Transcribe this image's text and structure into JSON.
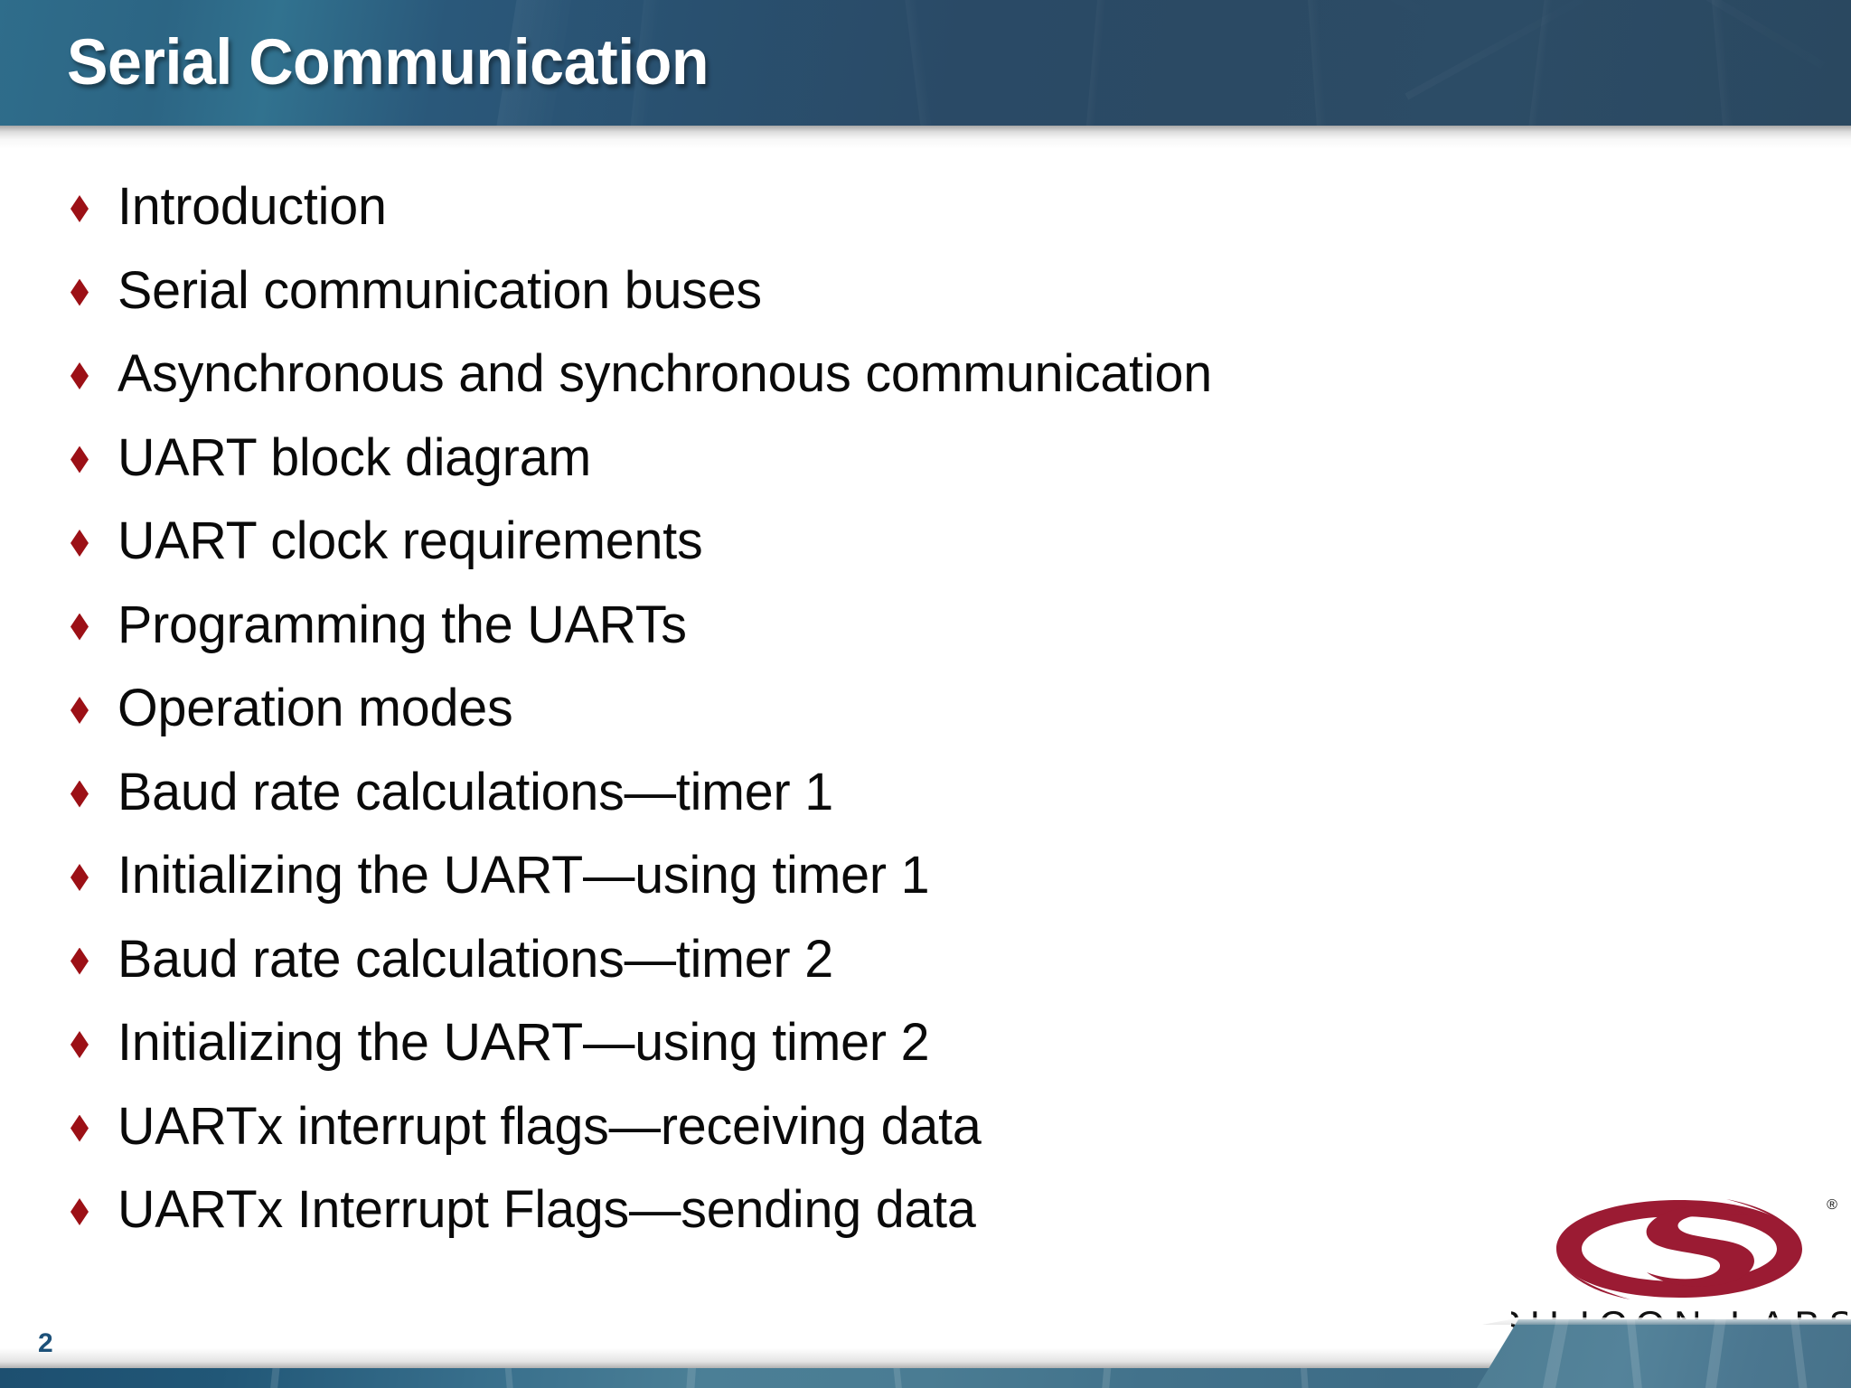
{
  "slide": {
    "title": "Serial Communication",
    "page_number": "2",
    "background_color": "#ffffff",
    "header_color_left": "#2f6d8b",
    "header_color_right": "#2a4860",
    "bullet_color": "#9c1016",
    "text_color": "#0a0a0a",
    "page_number_color": "#1d5179",
    "footer_color": "#3d6c86"
  },
  "agenda": {
    "bullet_glyph": "diamond",
    "items": [
      {
        "label": "Introduction"
      },
      {
        "label": "Serial communication buses"
      },
      {
        "label": "Asynchronous and synchronous communication"
      },
      {
        "label": "UART block diagram"
      },
      {
        "label": "UART clock requirements"
      },
      {
        "label": "Programming the UARTs"
      },
      {
        "label": "Operation modes"
      },
      {
        "label": "Baud rate calculations—timer 1"
      },
      {
        "label": "Initializing the UART—using timer 1"
      },
      {
        "label": "Baud rate calculations—timer 2"
      },
      {
        "label": "Initializing the UART—using timer 2"
      },
      {
        "label": "UARTx interrupt flags—receiving data"
      },
      {
        "label": "UARTx Interrupt Flags—sending data"
      }
    ]
  },
  "logo": {
    "wordmark": "SILICON LABS",
    "trademark_symbol": "®",
    "mark_color": "#9b1b33",
    "wordmark_color": "#111111"
  }
}
